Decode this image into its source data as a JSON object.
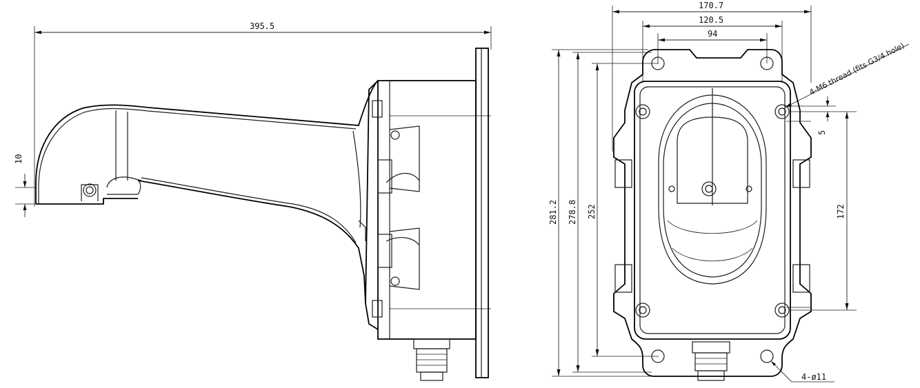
{
  "side_view": {
    "dim_total_width": "395.5",
    "dim_lip_height": "10"
  },
  "front_view": {
    "dim_outer_width": "170.7",
    "dim_mid_width": "120.5",
    "dim_hole_spacing_top": "94",
    "dim_total_height": "281.2",
    "dim_flange_height": "278.8",
    "dim_hole_spacing_vertical": "252",
    "dim_screw_vertical": "172",
    "dim_screw_offset": "5",
    "thread_note": "4-M6 thread (fits G3/4 hole)",
    "hole_note": "4-ø11"
  }
}
